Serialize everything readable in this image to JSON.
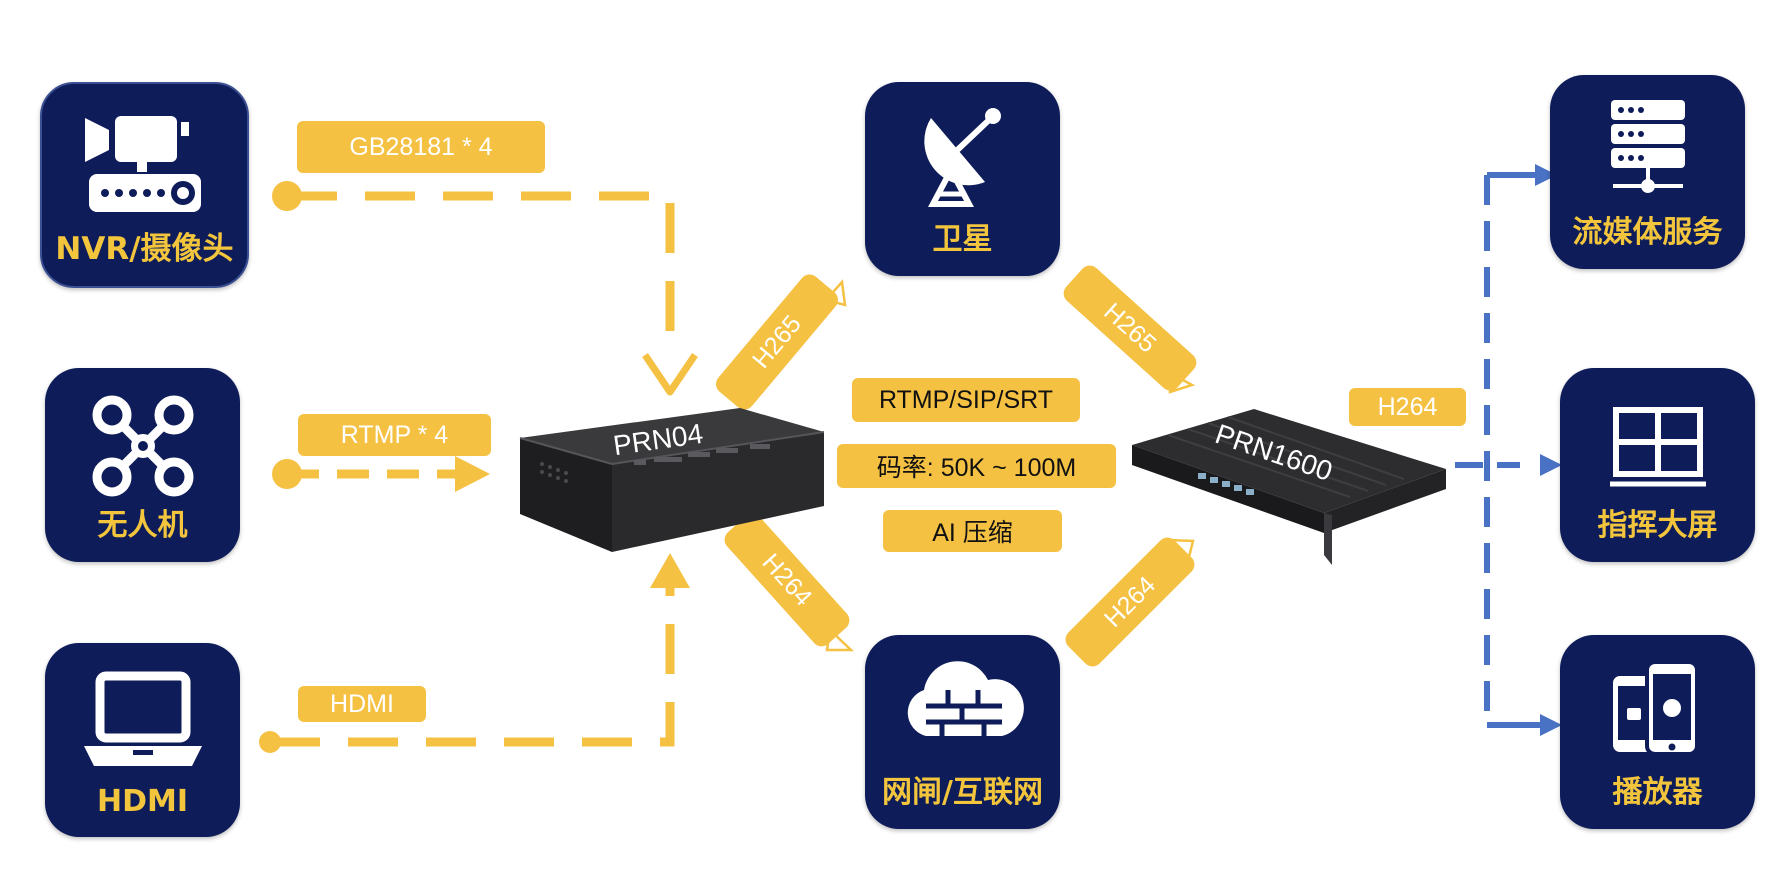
{
  "sources": [
    {
      "label": "NVR/摄像头",
      "icon": "camera-nvr-icon"
    },
    {
      "label": "无人机",
      "icon": "drone-icon"
    },
    {
      "label": "HDMI",
      "icon": "laptop-icon"
    }
  ],
  "transports": [
    {
      "label": "卫星",
      "icon": "satellite-dish-icon"
    },
    {
      "label": "网闸/互联网",
      "icon": "cloud-firewall-icon"
    }
  ],
  "outputs": [
    {
      "label": "流媒体服务",
      "icon": "server-rack-icon"
    },
    {
      "label": "指挥大屏",
      "icon": "video-wall-icon"
    },
    {
      "label": "播放器",
      "icon": "mobile-devices-icon"
    }
  ],
  "input_tags": {
    "nvr": "GB28181 * 4",
    "drone": "RTMP * 4",
    "hdmi": "HDMI"
  },
  "devices": {
    "encoder": "PRN04",
    "decoder": "PRN1600"
  },
  "codec_tags": {
    "enc_to_satellite": "H265",
    "satellite_to_dec": "H265",
    "enc_to_gateway": "H264",
    "gateway_to_dec": "H264",
    "dec_output": "H264"
  },
  "spec_tags": [
    "RTMP/SIP/SRT",
    "码率: 50K ~ 100M",
    "AI 压缩"
  ],
  "colors": {
    "navy": "#0e1d59",
    "gold": "#f5c143",
    "label_gold": "#f2c53d",
    "blue_arrow": "#4a72c4"
  }
}
